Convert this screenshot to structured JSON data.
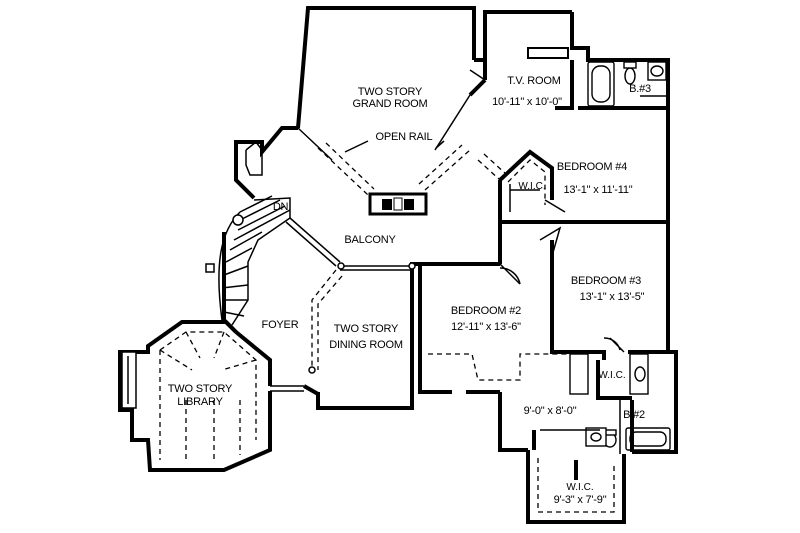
{
  "plan": {
    "rooms": {
      "grand_room": [
        "TWO STORY",
        "GRAND ROOM"
      ],
      "open_rail": "OPEN RAIL",
      "tv_room": "T.V. ROOM",
      "tv_room_size": "10'-11\" x 10'-0\"",
      "bedroom4": "BEDROOM #4",
      "bedroom4_size": "13'-1\" x 11'-11\"",
      "wic_top": "W.I.C.",
      "bath3": "B.#3",
      "dn": "DN.",
      "balcony": "BALCONY",
      "bedroom3": "BEDROOM #3",
      "bedroom3_size": "13'-1\" x 13'-5\"",
      "bedroom2": "BEDROOM #2",
      "bedroom2_size": "12'-11\" x 13'-6\"",
      "foyer": "FOYER",
      "dining": [
        "TWO STORY",
        "DINING ROOM"
      ],
      "library": [
        "TWO STORY",
        "LIBRARY"
      ],
      "wic_mid": "W.I.C.",
      "bath2": "B.#2",
      "hall_size": "9'-0\" x 8'-0\"",
      "wic_bottom": "W.I.C.",
      "wic_bottom_size": "9'-3\" x 7'-9\""
    }
  }
}
